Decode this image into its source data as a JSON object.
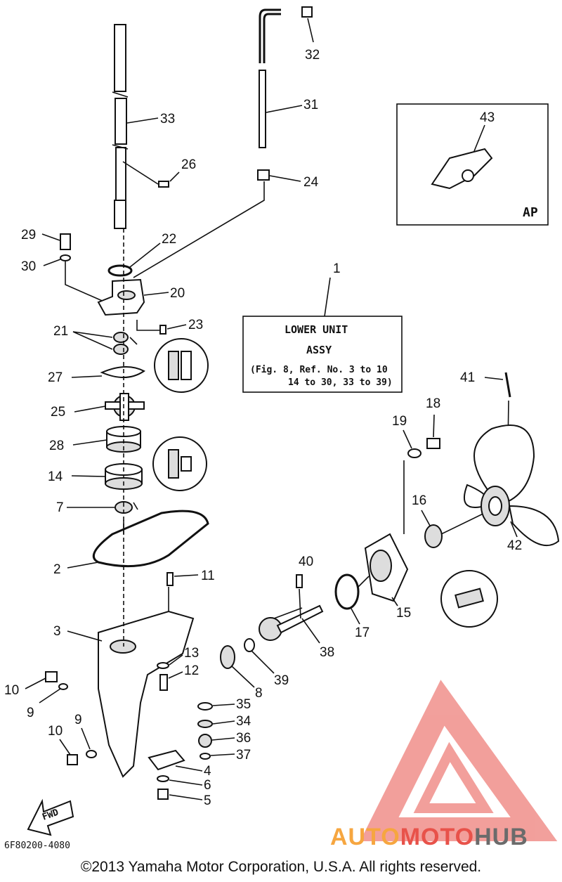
{
  "callouts": {
    "c1": "1",
    "c2": "2",
    "c3": "3",
    "c4": "4",
    "c5": "5",
    "c6": "6",
    "c7": "7",
    "c8": "8",
    "c9a": "9",
    "c9b": "9",
    "c10a": "10",
    "c10b": "10",
    "c11": "11",
    "c12": "12",
    "c13": "13",
    "c14": "14",
    "c15": "15",
    "c16": "16",
    "c17": "17",
    "c18": "18",
    "c19": "19",
    "c20": "20",
    "c21": "21",
    "c22": "22",
    "c23": "23",
    "c24": "24",
    "c25": "25",
    "c26": "26",
    "c27": "27",
    "c28": "28",
    "c29": "29",
    "c30": "30",
    "c31": "31",
    "c32": "32",
    "c33": "33",
    "c34": "34",
    "c35": "35",
    "c36": "36",
    "c37": "37",
    "c38": "38",
    "c39": "39",
    "c40": "40",
    "c41": "41",
    "c42": "42",
    "c43": "43"
  },
  "assy_box": {
    "line1": "LOWER UNIT",
    "line2": "ASSY",
    "line3": "(Fig. 8, Ref. No. 3 to 10",
    "line4": "14 to 30, 33 to 39)"
  },
  "ap_box": {
    "label": "AP"
  },
  "fwd_arrow": {
    "label": "FWD"
  },
  "diagram_code": "6F80200-4080",
  "copyright": "©2013 Yamaha Motor Corporation, U.S.A. All rights reserved.",
  "watermark": {
    "part1": "AUTO",
    "part2": "MOTO",
    "part3": "HUB"
  },
  "colors": {
    "watermark_red": "#e8524a",
    "watermark_orange": "#f6a640",
    "watermark_gray": "#6b6b6b"
  }
}
